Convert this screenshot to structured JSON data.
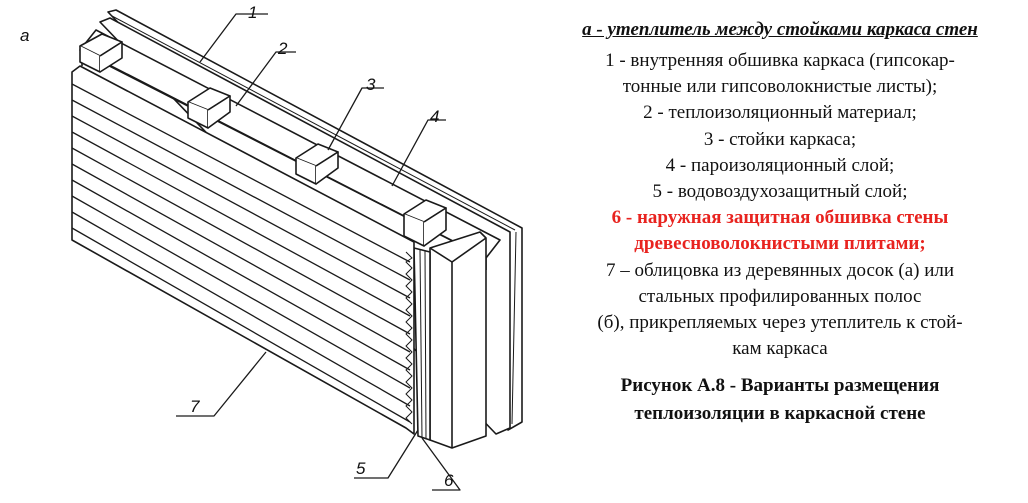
{
  "figure": {
    "letter": "а"
  },
  "callouts": [
    "1",
    "2",
    "3",
    "4",
    "5",
    "6",
    "7"
  ],
  "legend": {
    "title": "а - утеплитель между стойками каркаса стен",
    "items": [
      {
        "text": "1 - внутренняя обшивка каркаса (гипсокар-\nтонные или гипсоволокнистые листы);",
        "highlight": false
      },
      {
        "text": "2 - теплоизоляционный материал;",
        "highlight": false
      },
      {
        "text": "3 - стойки каркаса;",
        "highlight": false
      },
      {
        "text": "4 - пароизоляционный слой;",
        "highlight": false
      },
      {
        "text": "5 - водовоздухозащитный слой;",
        "highlight": false
      },
      {
        "text": "6 - наружная защитная обшивка стены\nдревесноволокнистыми плитами;",
        "highlight": true
      },
      {
        "text": "7 – облицовка из деревянных досок (а) или\nстальных профилированных полос\n(б), прикрепляемых через утеплитель к стой-\nкам каркаса",
        "highlight": false
      }
    ],
    "caption": "Рисунок А.8 - Варианты размещения\nтеплоизоляции в каркасной стене"
  },
  "colors": {
    "highlight": "#e8231f",
    "text": "#111111",
    "line": "#1a1a1a"
  }
}
